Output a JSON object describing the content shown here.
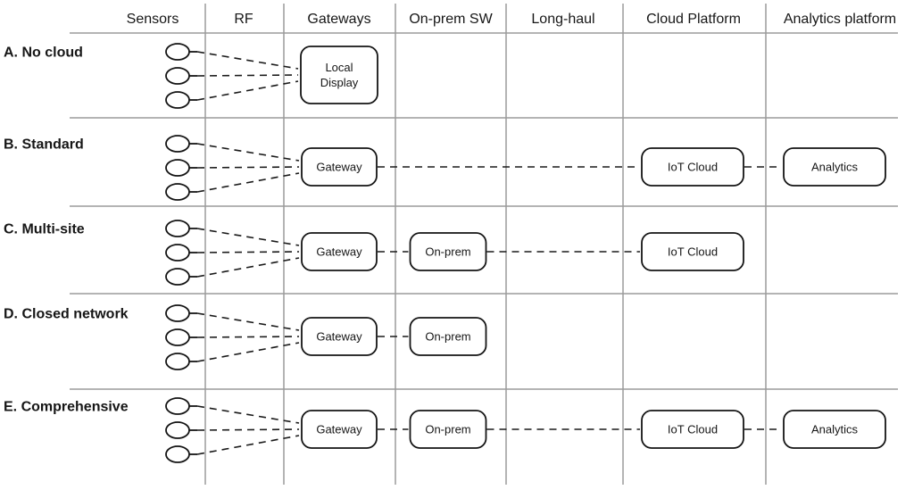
{
  "diagram": {
    "columns": [
      "Sensors",
      "RF",
      "Gateways",
      "On-prem SW",
      "Long-haul",
      "Cloud Platform",
      "Analytics platform"
    ],
    "rows": [
      {
        "id": "A",
        "label": "A. No cloud",
        "sensor_count": 3,
        "nodes": [
          {
            "column": "Gateways",
            "label": "Local\nDisplay"
          }
        ]
      },
      {
        "id": "B",
        "label": "B. Standard",
        "sensor_count": 3,
        "nodes": [
          {
            "column": "Gateways",
            "label": "Gateway"
          },
          {
            "column": "Cloud Platform",
            "label": "IoT Cloud"
          },
          {
            "column": "Analytics platform",
            "label": "Analytics"
          }
        ]
      },
      {
        "id": "C",
        "label": "C. Multi-site",
        "sensor_count": 3,
        "nodes": [
          {
            "column": "Gateways",
            "label": "Gateway"
          },
          {
            "column": "On-prem SW",
            "label": "On-prem"
          },
          {
            "column": "Cloud Platform",
            "label": "IoT Cloud"
          }
        ]
      },
      {
        "id": "D",
        "label": "D. Closed network",
        "sensor_count": 3,
        "nodes": [
          {
            "column": "Gateways",
            "label": "Gateway"
          },
          {
            "column": "On-prem SW",
            "label": "On-prem"
          }
        ]
      },
      {
        "id": "E",
        "label": "E. Comprehensive",
        "sensor_count": 3,
        "nodes": [
          {
            "column": "Gateways",
            "label": "Gateway"
          },
          {
            "column": "On-prem SW",
            "label": "On-prem"
          },
          {
            "column": "Cloud Platform",
            "label": "IoT Cloud"
          },
          {
            "column": "Analytics platform",
            "label": "Analytics"
          }
        ]
      }
    ],
    "colors": {
      "text": "#161616",
      "shape_stroke": "#141414",
      "dash_stroke": "#1a1a1a",
      "grid_line": "#9b9b9b",
      "box_fill": "#ffffff",
      "background": "#ffffff"
    }
  }
}
